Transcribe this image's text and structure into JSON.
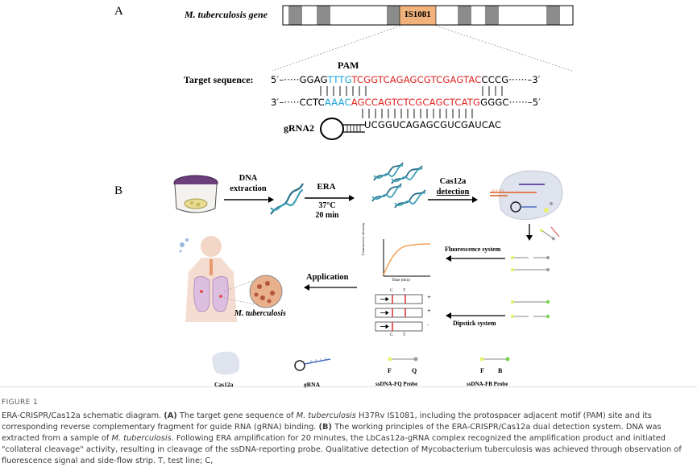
{
  "panel_a": {
    "label": "A",
    "gene_label": "M. tuberculosis gene",
    "gene_box_label": "IS1081",
    "pam_label": "PAM",
    "target_label": "Target sequence:",
    "top_strand": {
      "prefix": "5′–·····",
      "seg1": "GGAG",
      "pam": "TTTG",
      "target": "TCGGTCAGAGCGTCGAGTAC",
      "seg2": "CCCG",
      "suffix": "······–3′"
    },
    "bottom_strand": {
      "prefix": "3′–·····",
      "seg1": "CCTC",
      "pam": "AAAC",
      "target": "AGCCAGTCTCGCAGCTCATG",
      "seg2": "GGGC",
      "suffix": "······–5′"
    },
    "grna_label": "gRNA2",
    "grna_seq": "UCGGUCAGAGCGUCGAUCAC"
  },
  "panel_b": {
    "label": "B",
    "step1": [
      "DNA",
      "extraction"
    ],
    "step2": "ERA",
    "step2_conditions": [
      "37°C",
      "20 min"
    ],
    "step3": [
      "Cas12a",
      "detection"
    ],
    "fluorescence_label": "Fluorescence system",
    "dipstick_label": "Dipstick system",
    "application_label": "Application",
    "organism_label": "M. tuberculosis",
    "plot_ylabel": "Fluorescence intensity",
    "plot_xlabel": "Time (min)",
    "strip_top_labels": [
      "C",
      "T"
    ],
    "strip_bottom_labels": [
      "C",
      "T"
    ],
    "strip_results": [
      "+",
      "+",
      "-"
    ],
    "legend": [
      {
        "label": "Cas12a"
      },
      {
        "label": "gRNA"
      },
      {
        "label": "ssDNA-FQ Probe",
        "letters": [
          "F",
          "Q"
        ]
      },
      {
        "label": "ssDNA-FB Probe",
        "letters": [
          "F",
          "B"
        ]
      }
    ]
  },
  "caption": {
    "title": "FIGURE 1",
    "text_1": "ERA-CRISPR/Cas12a schematic diagram. ",
    "a_tag": "(A)",
    "text_2": " The target gene sequence of ",
    "organism_1": "M. tuberculosis",
    "text_3": " H37Rv IS1081, including the protospacer adjacent motif (PAM) site and its corresponding reverse complementary fragment for guide RNA (gRNA) binding. ",
    "b_tag": "(B)",
    "text_4": " The working principles of the ERA-CRISPR/Cas12a dual detection system. DNA was extracted from a sample of ",
    "organism_2": "M. tuberculosis",
    "text_5": ". Following ERA amplification for 20 minutes, the LbCas12a-gRNA complex recognized the amplification product and initiated \"collateral cleavage\" activity, resulting in cleavage of the ssDNA-reporting probe. Qualitative detection of Mycobacterium tuberculosis was achieved through observation of fluorescence signal and side-flow strip. T, test line; C,"
  },
  "colors": {
    "pam": "#1aa3d8",
    "target": "#e0231f",
    "gene_box": "#f0b27a",
    "gray_block": "#8c8c8c",
    "fluor_curve": "#f3a35a",
    "strip_red": "#d62020"
  }
}
